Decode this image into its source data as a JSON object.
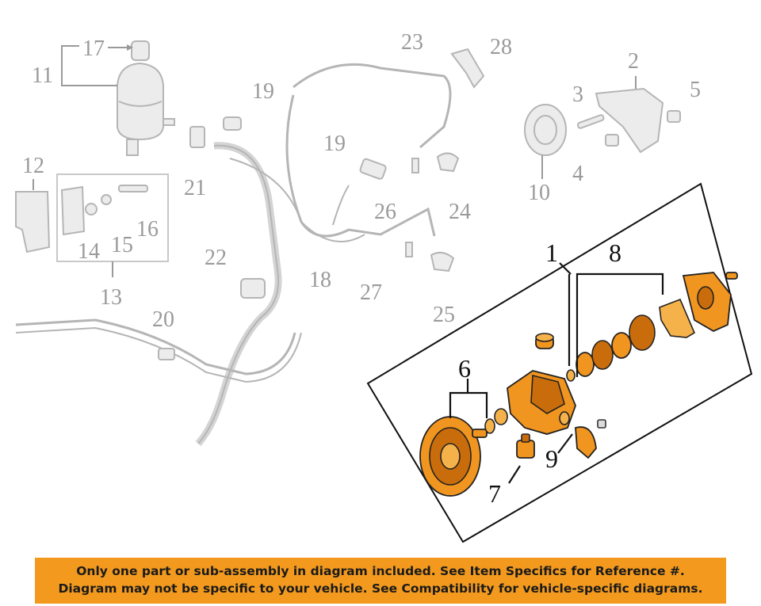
{
  "labels": {
    "l1": "1",
    "l2": "2",
    "l3": "3",
    "l4": "4",
    "l5": "5",
    "l6": "6",
    "l7": "7",
    "l8": "8",
    "l9": "9",
    "l10": "10",
    "l11": "11",
    "l12": "12",
    "l13": "13",
    "l14": "14",
    "l15": "15",
    "l16": "16",
    "l17": "17",
    "l18": "18",
    "l19a": "19",
    "l19b": "19",
    "l20": "20",
    "l21": "21",
    "l22": "22",
    "l23": "23",
    "l24": "24",
    "l25": "25",
    "l26": "26",
    "l27": "27",
    "l28": "28"
  },
  "colors": {
    "highlight": "#f0951f",
    "banner": "#f39a1e",
    "ghost": "#b5b5b5"
  },
  "banner": {
    "line1": "Only one part or sub-assembly in diagram included. See Item Specifics for Reference #.",
    "line2": "Diagram may not be specific to your vehicle. See Compatibility for vehicle-specific diagrams."
  }
}
